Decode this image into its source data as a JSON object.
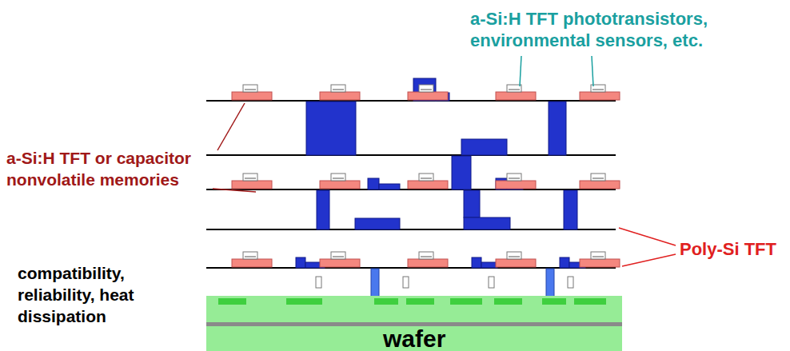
{
  "diagram": {
    "nodes": [
      {
        "text": [
          "wafer"
        ]
      }
    ],
    "labels": [
      "a-Si:H TFT phototransistors, environmental sensors, etc.",
      "a-Si:H TFT or capacitor nonvolatile memories",
      "Poly-Si TFT",
      "compatibility, reliability, heat dissipation"
    ]
  }
}
